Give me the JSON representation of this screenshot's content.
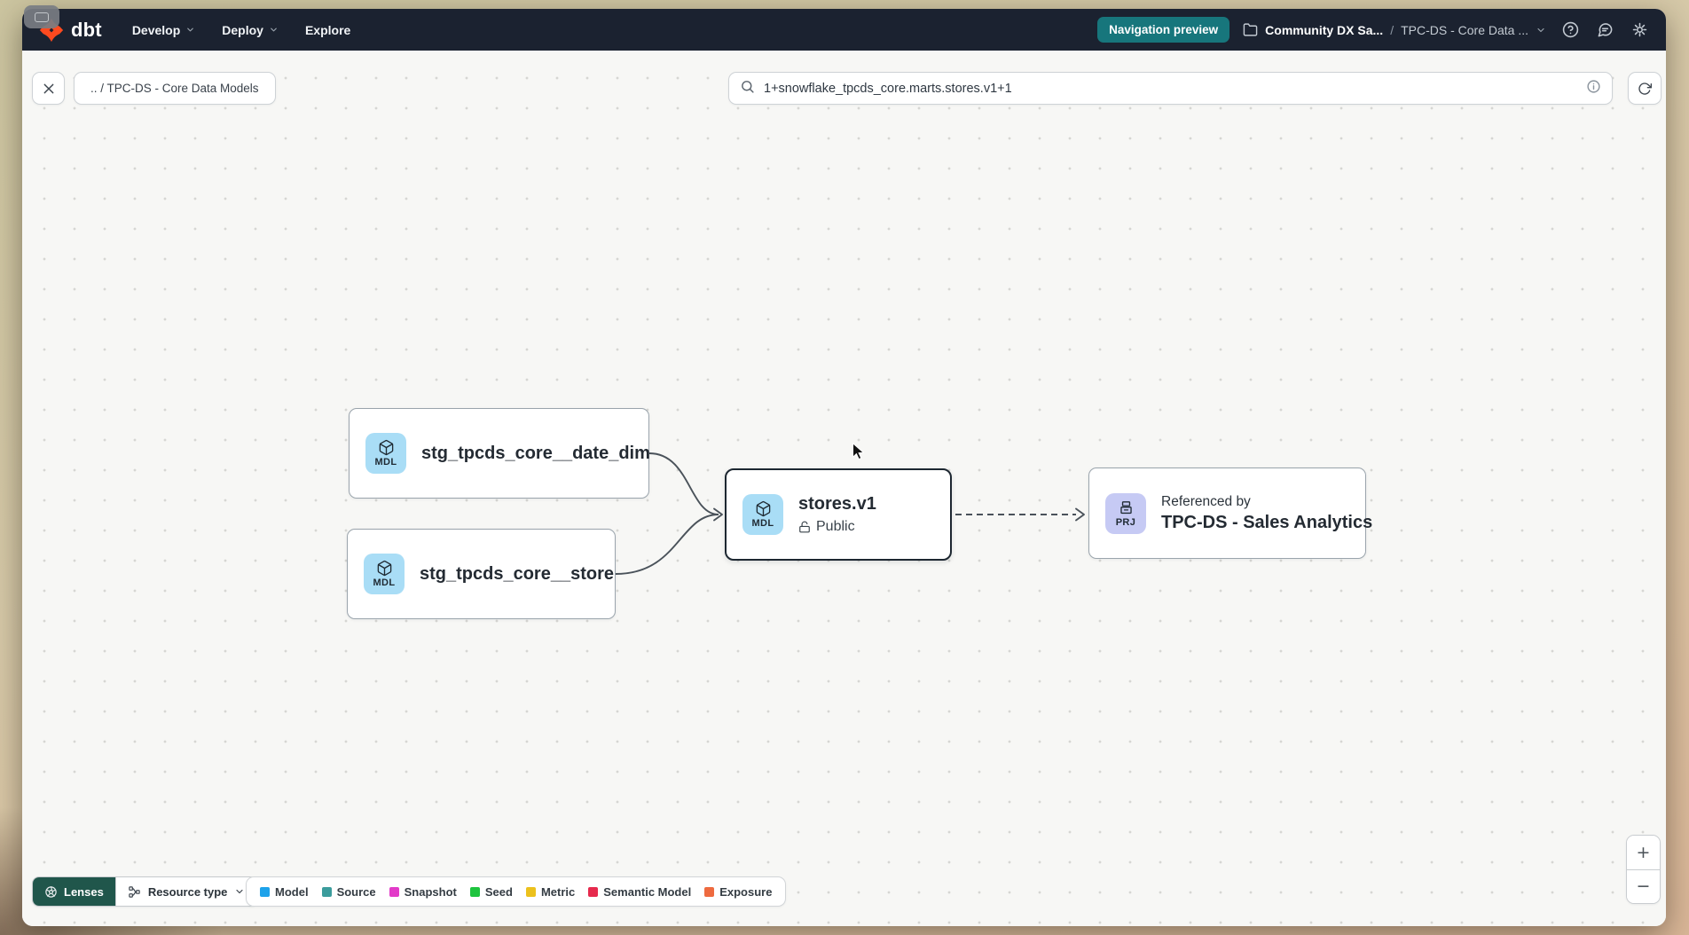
{
  "topnav": {
    "logo_text": "dbt",
    "menu_develop": "Develop",
    "menu_deploy": "Deploy",
    "menu_explore": "Explore",
    "preview_badge": "Navigation preview",
    "account": "Community DX Sa...",
    "breadcrumb_separator": "/",
    "project": "TPC-DS - Core Data ..."
  },
  "toolbar": {
    "breadcrumb": ".. / TPC-DS - Core Data Models",
    "search_value": "1+snowflake_tpcds_core.marts.stores.v1+1"
  },
  "graph": {
    "nodes": [
      {
        "badge": "MDL",
        "label": "stg_tpcds_core__date_dim"
      },
      {
        "badge": "MDL",
        "label": "stg_tpcds_core__store"
      },
      {
        "badge": "MDL",
        "label": "stores.v1",
        "access": "Public"
      },
      {
        "badge": "PRJ",
        "label": "Referenced by",
        "sublabel": "TPC-DS - Sales Analytics"
      }
    ]
  },
  "footer": {
    "lenses_label": "Lenses",
    "resource_type_label": "Resource type",
    "legend": [
      {
        "label": "Model",
        "color": "#1da2ea"
      },
      {
        "label": "Source",
        "color": "#3b9c9c"
      },
      {
        "label": "Snapshot",
        "color": "#e23ac8"
      },
      {
        "label": "Seed",
        "color": "#1ec43e"
      },
      {
        "label": "Metric",
        "color": "#ecc11d"
      },
      {
        "label": "Semantic Model",
        "color": "#e62a4d"
      },
      {
        "label": "Exposure",
        "color": "#ee6a3f"
      }
    ],
    "zoom_in": "+",
    "zoom_out": "−"
  },
  "colors": {
    "topnav_bg": "#1b2230",
    "badge_teal": "#17767c",
    "lenses_green": "#20564b",
    "mdl_icon_bg": "#a9ddf6",
    "prj_icon_bg": "#c6caf4",
    "brand_orange": "#ff4a1f",
    "edge": "#4a525a"
  }
}
